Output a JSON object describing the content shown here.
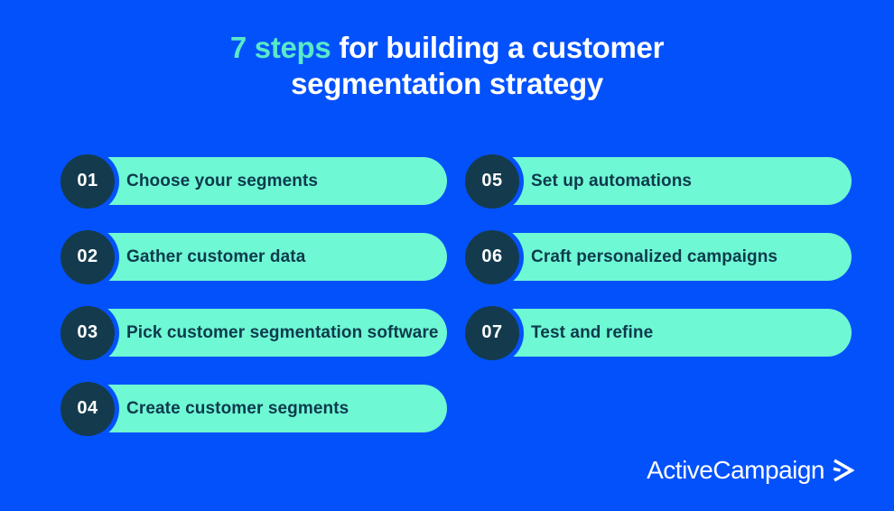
{
  "title": {
    "accent": "7 steps",
    "rest_line1": " for building a customer",
    "line2": "segmentation strategy"
  },
  "steps": [
    {
      "number": "01",
      "label": "Choose your segments"
    },
    {
      "number": "02",
      "label": "Gather customer data"
    },
    {
      "number": "03",
      "label": "Pick customer segmentation software"
    },
    {
      "number": "04",
      "label": "Create customer segments"
    },
    {
      "number": "05",
      "label": "Set up automations"
    },
    {
      "number": "06",
      "label": "Craft personalized campaigns"
    },
    {
      "number": "07",
      "label": "Test and refine"
    }
  ],
  "brand": {
    "name": "ActiveCampaign",
    "icon": "activecampaign-chevron-icon"
  },
  "colors": {
    "background": "#0351FB",
    "pill": "#6EF8D4",
    "title_accent": "#59E8C8",
    "number_circle": "#143B4D",
    "pill_text": "#0E3A4C",
    "title_text": "#FFFFFF",
    "logo_text": "#FFFFFF"
  }
}
